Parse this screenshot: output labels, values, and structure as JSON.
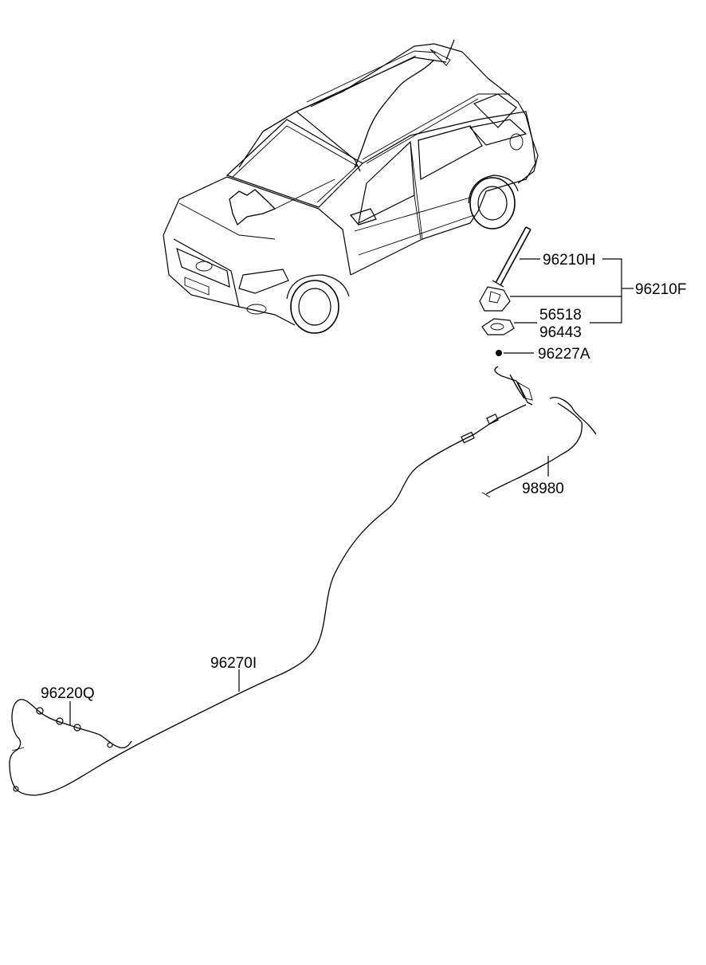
{
  "labels": {
    "antenna_mast": "96210H",
    "antenna_assembly": "96210F",
    "screw": "56518",
    "gasket": "96443",
    "nut": "96227A",
    "sub_cable": "98980",
    "main_cable": "96270I",
    "connector_cable": "96220Q"
  }
}
